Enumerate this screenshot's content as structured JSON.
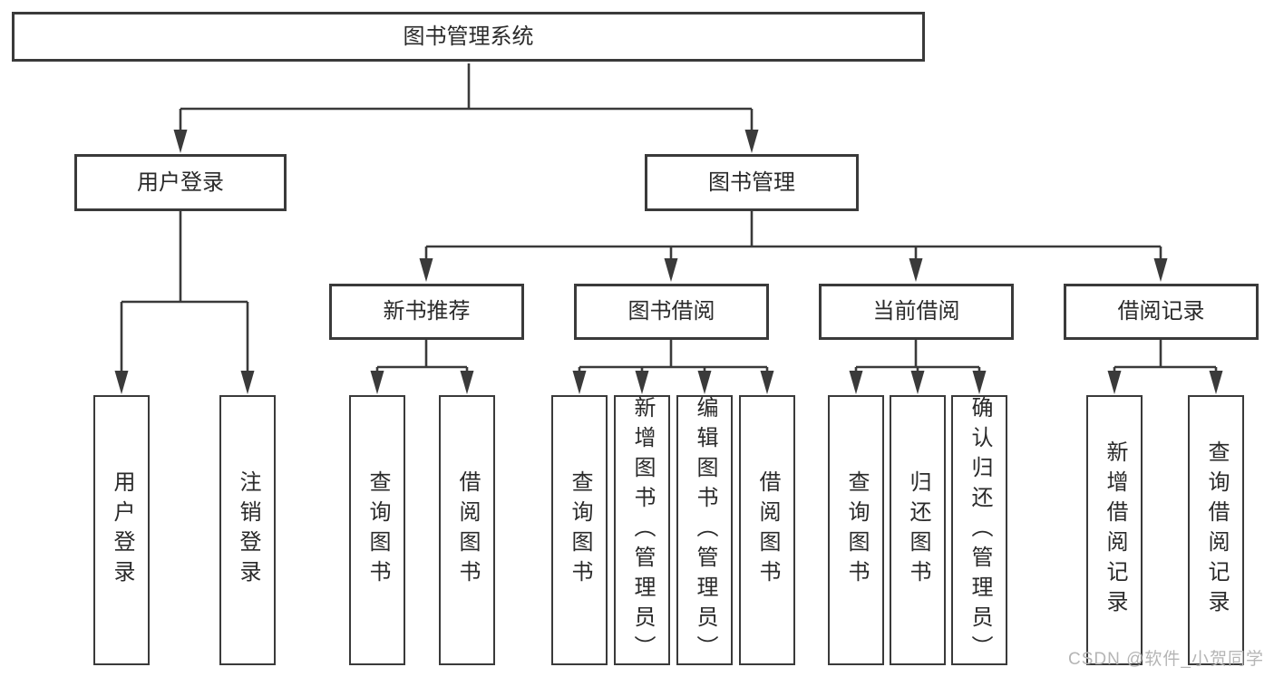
{
  "diagram": {
    "type": "hierarchy-tree",
    "colors": {
      "line": "#3a3a3a",
      "box_border": "#3a3a3a",
      "text": "#2a2a2a",
      "background": "#ffffff",
      "watermark_text_color": "#b5b5b5"
    }
  },
  "tree": {
    "label": "图书管理系统",
    "children": [
      {
        "label": "用户登录",
        "children": [
          {
            "label": "用户登录"
          },
          {
            "label": "注销登录"
          }
        ]
      },
      {
        "label": "图书管理",
        "children": [
          {
            "label": "新书推荐",
            "children": [
              {
                "label": "查询图书"
              },
              {
                "label": "借阅图书"
              }
            ]
          },
          {
            "label": "图书借阅",
            "children": [
              {
                "label": "查询图书"
              },
              {
                "label": "新增图书（管理员）"
              },
              {
                "label": "编辑图书（管理员）"
              },
              {
                "label": "借阅图书"
              }
            ]
          },
          {
            "label": "当前借阅",
            "children": [
              {
                "label": "查询图书"
              },
              {
                "label": "归还图书"
              },
              {
                "label": "确认归还（管理员）"
              }
            ]
          },
          {
            "label": "借阅记录",
            "children": [
              {
                "label": "新增借阅记录"
              },
              {
                "label": "查询借阅记录"
              }
            ]
          }
        ]
      }
    ]
  },
  "watermark": {
    "text": "CSDN @软件_小贺同学"
  }
}
